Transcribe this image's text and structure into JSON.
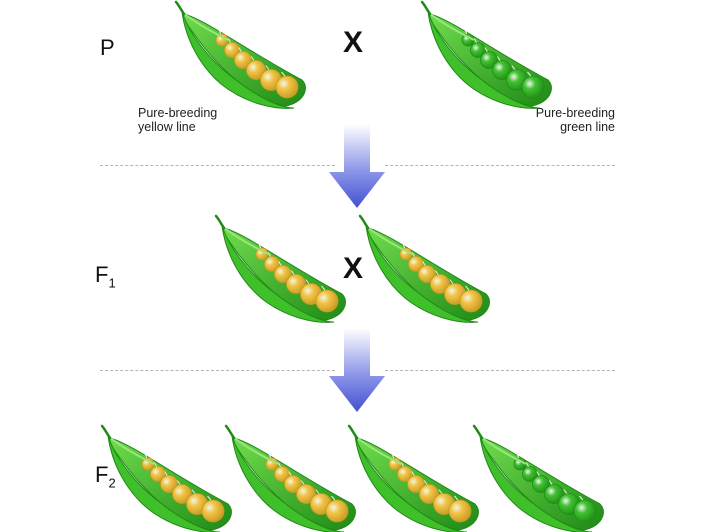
{
  "generations": {
    "p": {
      "label": "P",
      "sub": ""
    },
    "f1": {
      "label": "F",
      "sub": "1"
    },
    "f2": {
      "label": "F",
      "sub": "2"
    }
  },
  "lines": {
    "yellow": [
      "Pure-breeding",
      "yellow line"
    ],
    "green": [
      "Pure-breeding",
      "green line"
    ]
  },
  "cross_symbol": "X",
  "colors": {
    "pod_green": "#3fbf2a",
    "pod_dark": "#1f8a16",
    "pea_yellow": "#f3c64a",
    "pea_green": "#43c133",
    "arrow": "#5562d8"
  },
  "pods": [
    {
      "generation": "P",
      "pea_color": "yellow"
    },
    {
      "generation": "P",
      "pea_color": "green"
    },
    {
      "generation": "F1",
      "pea_color": "yellow"
    },
    {
      "generation": "F1",
      "pea_color": "yellow"
    },
    {
      "generation": "F2",
      "pea_color": "yellow"
    },
    {
      "generation": "F2",
      "pea_color": "yellow"
    },
    {
      "generation": "F2",
      "pea_color": "yellow"
    },
    {
      "generation": "F2",
      "pea_color": "green"
    }
  ]
}
